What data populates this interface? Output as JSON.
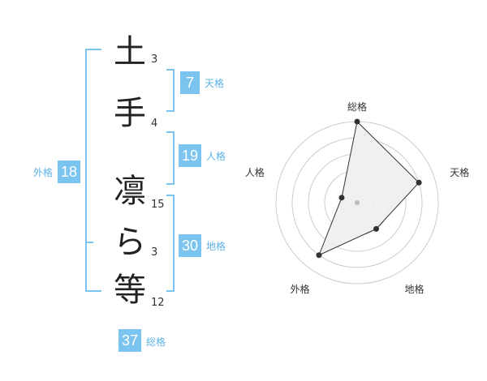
{
  "name": {
    "chars": [
      {
        "char": "土",
        "strokes": "3"
      },
      {
        "char": "手",
        "strokes": "4"
      },
      {
        "char": "凛",
        "strokes": "15"
      },
      {
        "char": "ら",
        "strokes": "3"
      },
      {
        "char": "等",
        "strokes": "12"
      }
    ]
  },
  "kaku": {
    "tenkaku": {
      "value": "7",
      "label": "天格"
    },
    "jinkaku": {
      "value": "19",
      "label": "人格"
    },
    "chikaku": {
      "value": "30",
      "label": "地格"
    },
    "gaikaku": {
      "value": "18",
      "label": "外格"
    },
    "soukaku": {
      "value": "37",
      "label": "総格"
    }
  },
  "radar": {
    "axes": [
      "総格",
      "天格",
      "地格",
      "外格",
      "人格"
    ],
    "levels": [
      5,
      4,
      2,
      4,
      1
    ],
    "max": 5,
    "colors": {
      "fill": "#eeeeee",
      "line": "#333333",
      "grid": "#cccccc",
      "point": "#333333",
      "center": "#bbbbbb"
    }
  }
}
